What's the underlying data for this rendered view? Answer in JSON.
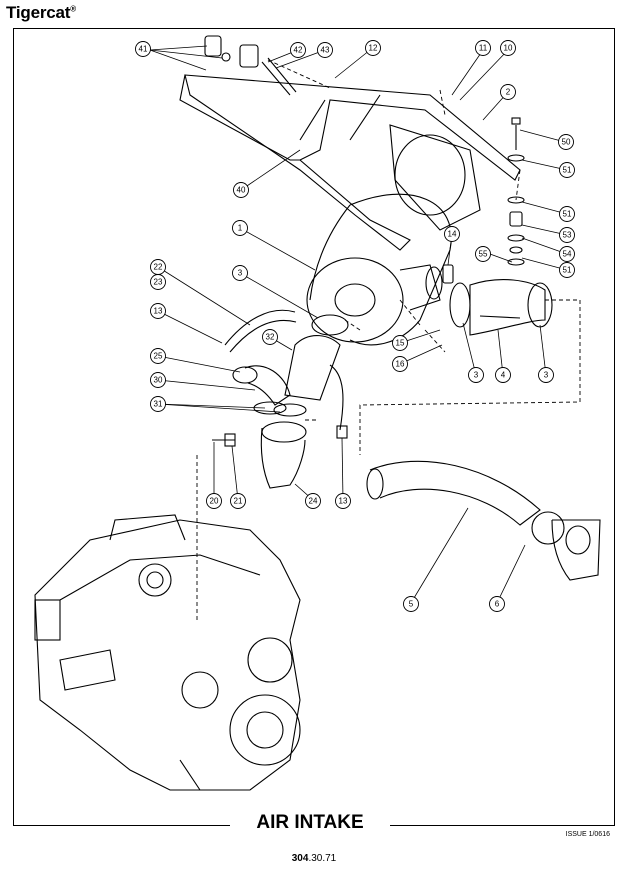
{
  "header": {
    "brand": "Tigercat",
    "registered_mark": "®"
  },
  "title": "AIR INTAKE",
  "issue": "ISSUE 1/0616",
  "page_number": {
    "bold_part": "304",
    "rest": ".30.71"
  },
  "callouts": [
    "41",
    "42",
    "43",
    "12",
    "11",
    "10",
    "2",
    "50",
    "51",
    "51",
    "53",
    "54",
    "55",
    "51",
    "40",
    "1",
    "14",
    "22",
    "23",
    "3",
    "13",
    "32",
    "15",
    "16",
    "3",
    "4",
    "3",
    "25",
    "30",
    "31",
    "20",
    "21",
    "24",
    "13",
    "5",
    "6"
  ]
}
